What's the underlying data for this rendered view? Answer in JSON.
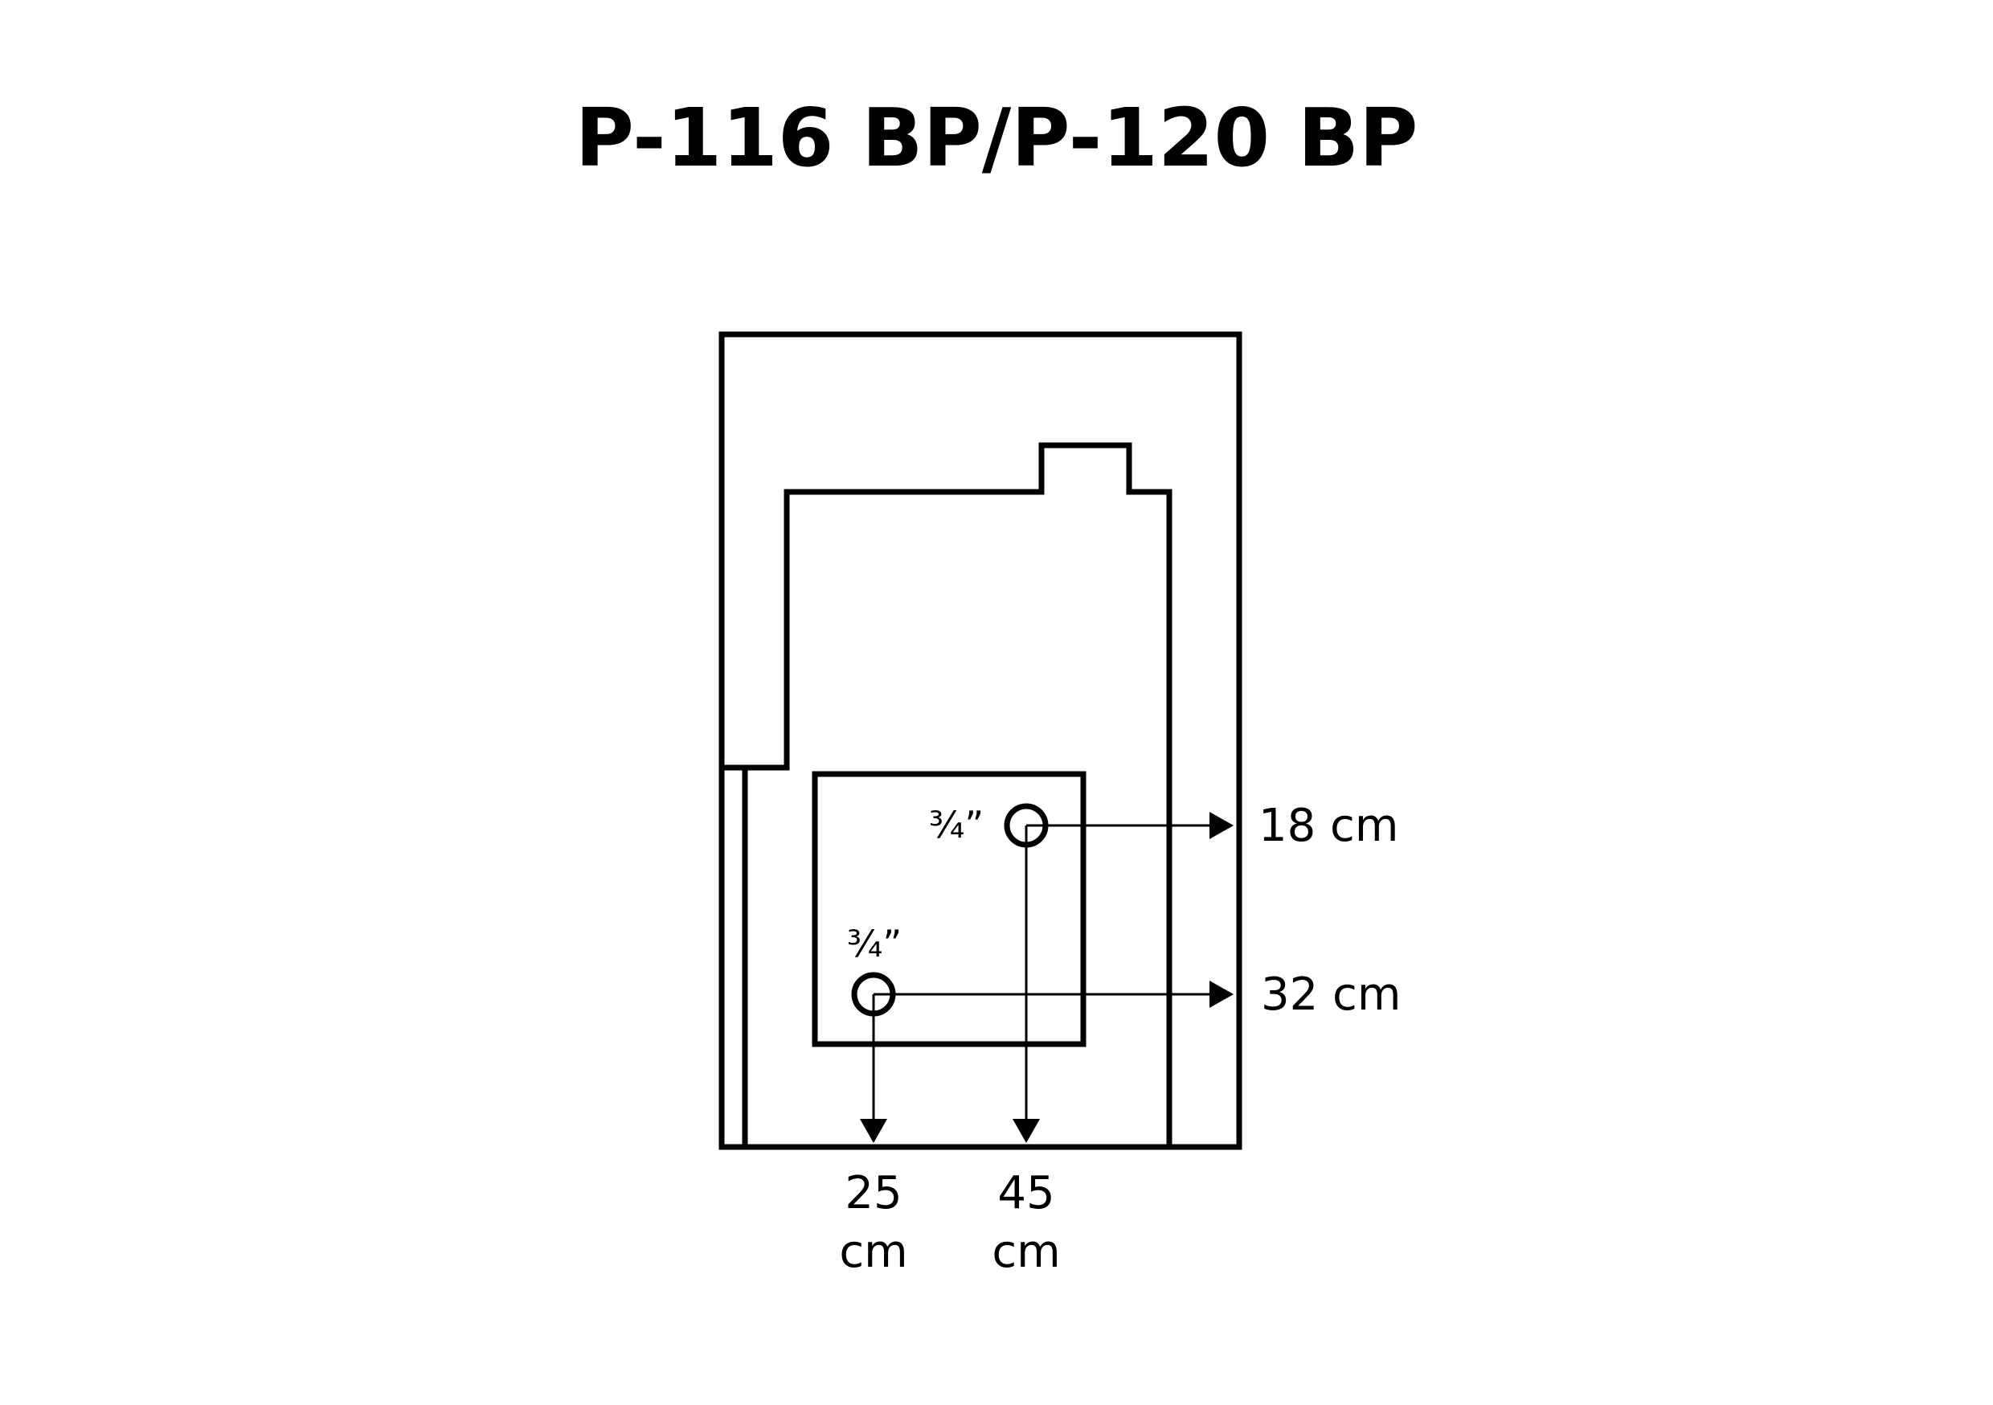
{
  "title": "P-116 BP/P-120 BP",
  "connections": [
    {
      "size": "¾”",
      "horizontal": "18 cm",
      "vertical_value": "45",
      "vertical_unit": "cm"
    },
    {
      "size": "¾”",
      "horizontal": "32 cm",
      "vertical_value": "25",
      "vertical_unit": "cm"
    }
  ]
}
